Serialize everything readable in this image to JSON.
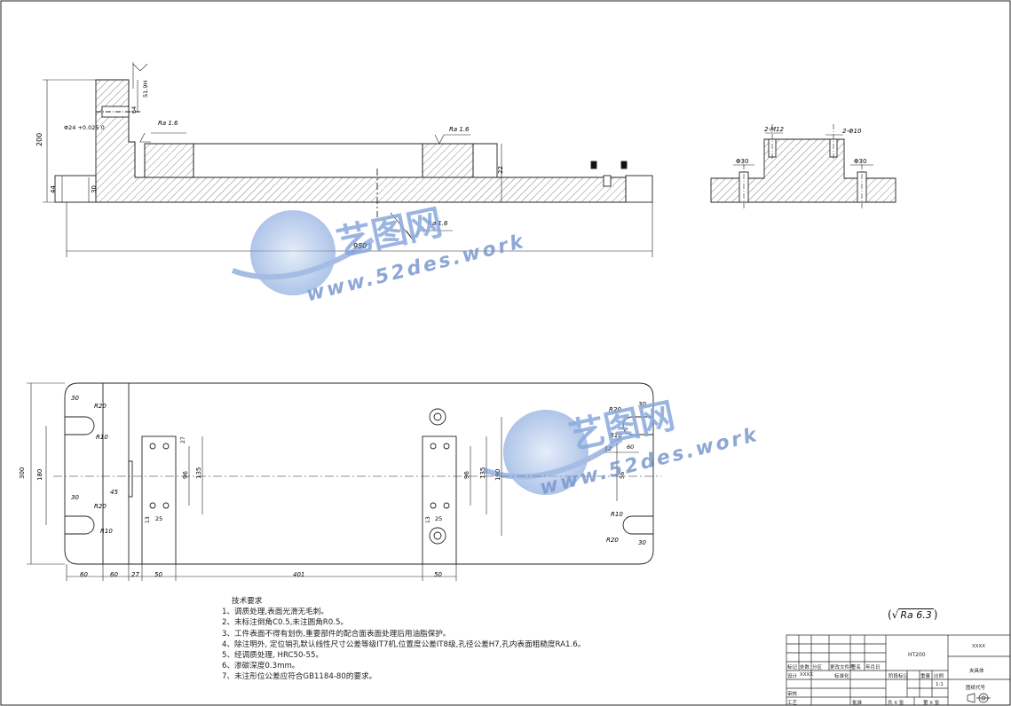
{
  "dims_top": {
    "d200": "200",
    "d44": "44",
    "d30": "30",
    "d950": "950",
    "d22": "22",
    "d4": "64",
    "ra16_a": "Ra 1.6",
    "ra16_b": "Ra 1.6",
    "ra16_c": "Ra 1.6",
    "d24": "Φ24 +0.025 0",
    "flat": "51.9H",
    "m12": "2-M12",
    "phi10": "2-Φ10",
    "phi30a": "Φ30",
    "phi30b": "Φ30"
  },
  "dims_plan": {
    "d300": "300",
    "d180": "180",
    "r20a": "R20",
    "r20b": "R20",
    "r10a": "R10",
    "r10b": "R10",
    "r20c": "R20",
    "r10c": "R10",
    "r10d": "R10",
    "r20d": "R20",
    "d30a": "30",
    "d30b": "30",
    "d30c": "30",
    "d30d": "30",
    "d45": "45",
    "d60a": "60",
    "d60b": "60",
    "d27": "27",
    "d50a": "50",
    "d401": "401",
    "d50b": "50",
    "d96a": "96",
    "d135a": "135",
    "d96b": "96",
    "d135b": "135",
    "d25a": "25",
    "d25b": "25",
    "d13a": "13",
    "d13b": "13",
    "d12": "12",
    "d60c": "60",
    "d56": "56",
    "d27b": "27",
    "d190": "190"
  },
  "notes": {
    "title": "技术要求",
    "lines": [
      "1、调质处理,表面光滑无毛刺。",
      "2、未标注倒角C0.5,未注圆角R0.5。",
      "3、工件表面不得有划伤,重要部件的配合面表面处理后用油脂保护。",
      "4、除注明外, 定位销孔默认线性尺寸公差等级IT7机,位置度公差IT8级,孔径公差H7,孔内表面粗糙度RA1.6。",
      "5、经调质处理, HRC50-55。",
      "6、渗碳深度0.3mm。",
      "7、未注形位公差应符合GB1184-80的要求。"
    ]
  },
  "roughness": "Ra 6.3",
  "title_block": {
    "material": "HT200",
    "code": "XXXX",
    "name": "夹具体",
    "scale": "1:1",
    "drawing_no": "图纸代号",
    "cells": [
      "标记",
      "处数",
      "分区",
      "更改文件号",
      "签名",
      "年月日"
    ],
    "design": "设计",
    "designer": "XXXX",
    "std": "标准化",
    "stage": "阶段标记",
    "weight": "重量",
    "ratio": "比例",
    "check": "审核",
    "process": "工艺",
    "approve": "批准",
    "sheets": "共 X 张",
    "sheet": "第 X 张"
  },
  "watermark": {
    "brand": "艺图网",
    "url": "www.52des.work"
  }
}
